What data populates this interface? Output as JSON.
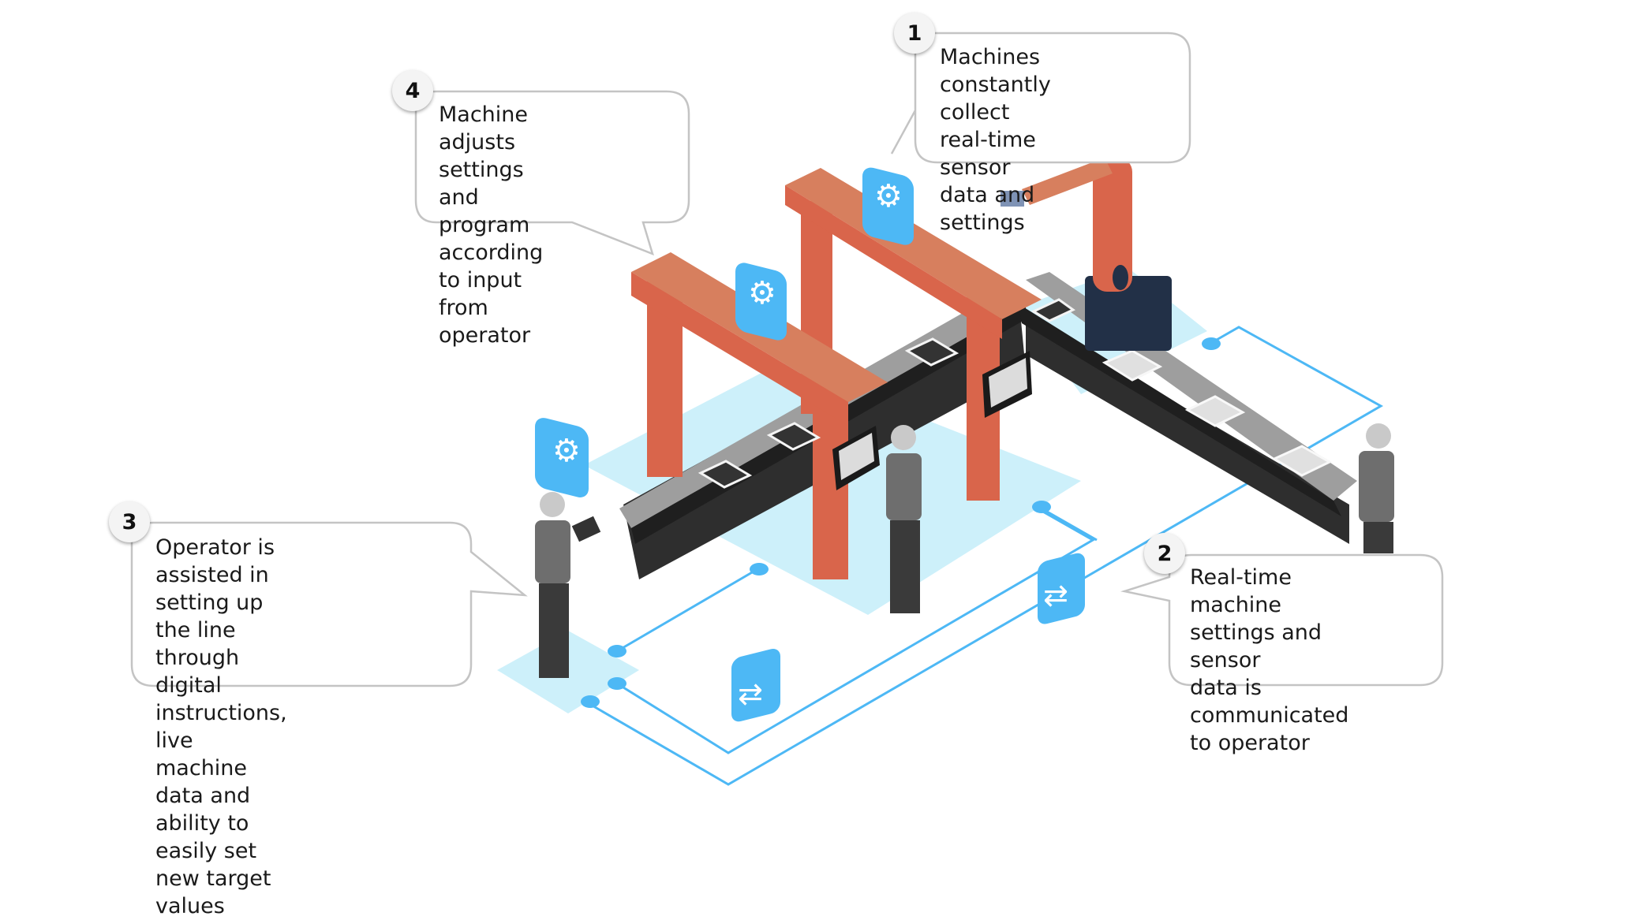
{
  "colors": {
    "accent_blue": "#4db8f5",
    "floor_blue": "#cdf0fa",
    "frame_orange": "#d9654b",
    "frame_orange_light": "#d77f5e",
    "frame_orange_dark": "#a04442",
    "conveyor_top": "#9e9e9e",
    "conveyor_side": "#2e2e2e",
    "robot_base": "#223047",
    "bubble_border": "#c4c4c4",
    "text": "#1a1a1a"
  },
  "callouts": [
    {
      "number": "1",
      "text": "Machines constantly\ncollect real-time\nsensor data and\nsettings"
    },
    {
      "number": "2",
      "text": "Real-time machine\nsettings and sensor\ndata is communicated\nto operator"
    },
    {
      "number": "3",
      "text": "Operator is assisted in\nsetting up the line through\ndigital instructions, live\nmachine data and ability to\neasily set new target values"
    },
    {
      "number": "4",
      "text": "Machine adjusts\nsettings and program\naccording to input from\noperator"
    }
  ],
  "icons": {
    "settings": "gears-icon",
    "exchange": "data-exchange-icon"
  }
}
